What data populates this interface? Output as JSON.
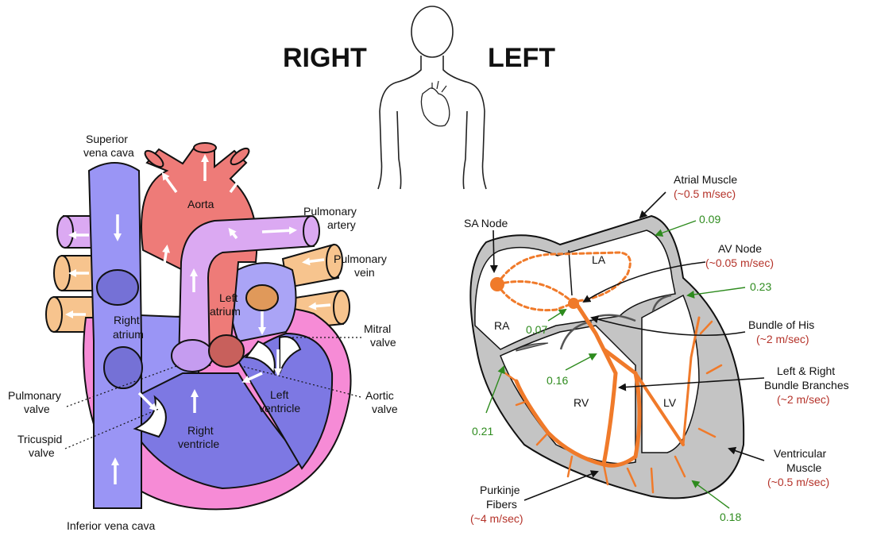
{
  "header": {
    "right": "RIGHT",
    "left": "LEFT"
  },
  "anatomy": {
    "superior_vena_cava": [
      "Superior",
      "vena cava"
    ],
    "aorta": "Aorta",
    "pulmonary_artery": [
      "Pulmonary",
      "artery"
    ],
    "pulmonary_vein": [
      "Pulmonary",
      "vein"
    ],
    "right_atrium": [
      "Right",
      "atrium"
    ],
    "left_atrium": [
      "Left",
      "atrium"
    ],
    "mitral_valve": [
      "Mitral",
      "valve"
    ],
    "pulmonary_valve": [
      "Pulmonary",
      "valve"
    ],
    "aortic_valve": [
      "Aortic",
      "valve"
    ],
    "left_ventricle": [
      "Left",
      "ventricle"
    ],
    "right_ventricle": [
      "Right",
      "ventricle"
    ],
    "tricuspid_valve": [
      "Tricuspid",
      "valve"
    ],
    "inferior_vena_cava": "Inferior vena cava"
  },
  "conduction": {
    "atrial_muscle": {
      "name": "Atrial Muscle",
      "speed": "(~0.5 m/sec)"
    },
    "sa_node": "SA Node",
    "av_node": {
      "name": "AV Node",
      "speed": "(~0.05 m/sec)"
    },
    "bundle_his": {
      "name": "Bundle of His",
      "speed": "(~2 m/sec)"
    },
    "bundle_branches": {
      "name": [
        "Left & Right",
        "Bundle Branches"
      ],
      "speed": "(~2 m/sec)"
    },
    "ventricular_muscle": {
      "name": [
        "Ventricular",
        "Muscle"
      ],
      "speed": "(~0.5 m/sec)"
    },
    "purkinje": {
      "name": [
        "Purkinje",
        "Fibers"
      ],
      "speed": "(~4 m/sec)"
    },
    "chambers": {
      "la": "LA",
      "ra": "RA",
      "rv": "RV",
      "lv": "LV"
    },
    "times": [
      "0.09",
      "0.23",
      "0.07",
      "0.16",
      "0.21",
      "0.18"
    ]
  },
  "colors": {
    "vena": "#9a95f5",
    "aorta": "#ee7b78",
    "pulmonary_artery": "#dba9f2",
    "pulmonary_vein": "#f7c48e",
    "wall": "#f68bd6",
    "ventricle": "#7d78e3",
    "conduction": "#f07a2a",
    "tissue": "#c4c4c4"
  }
}
